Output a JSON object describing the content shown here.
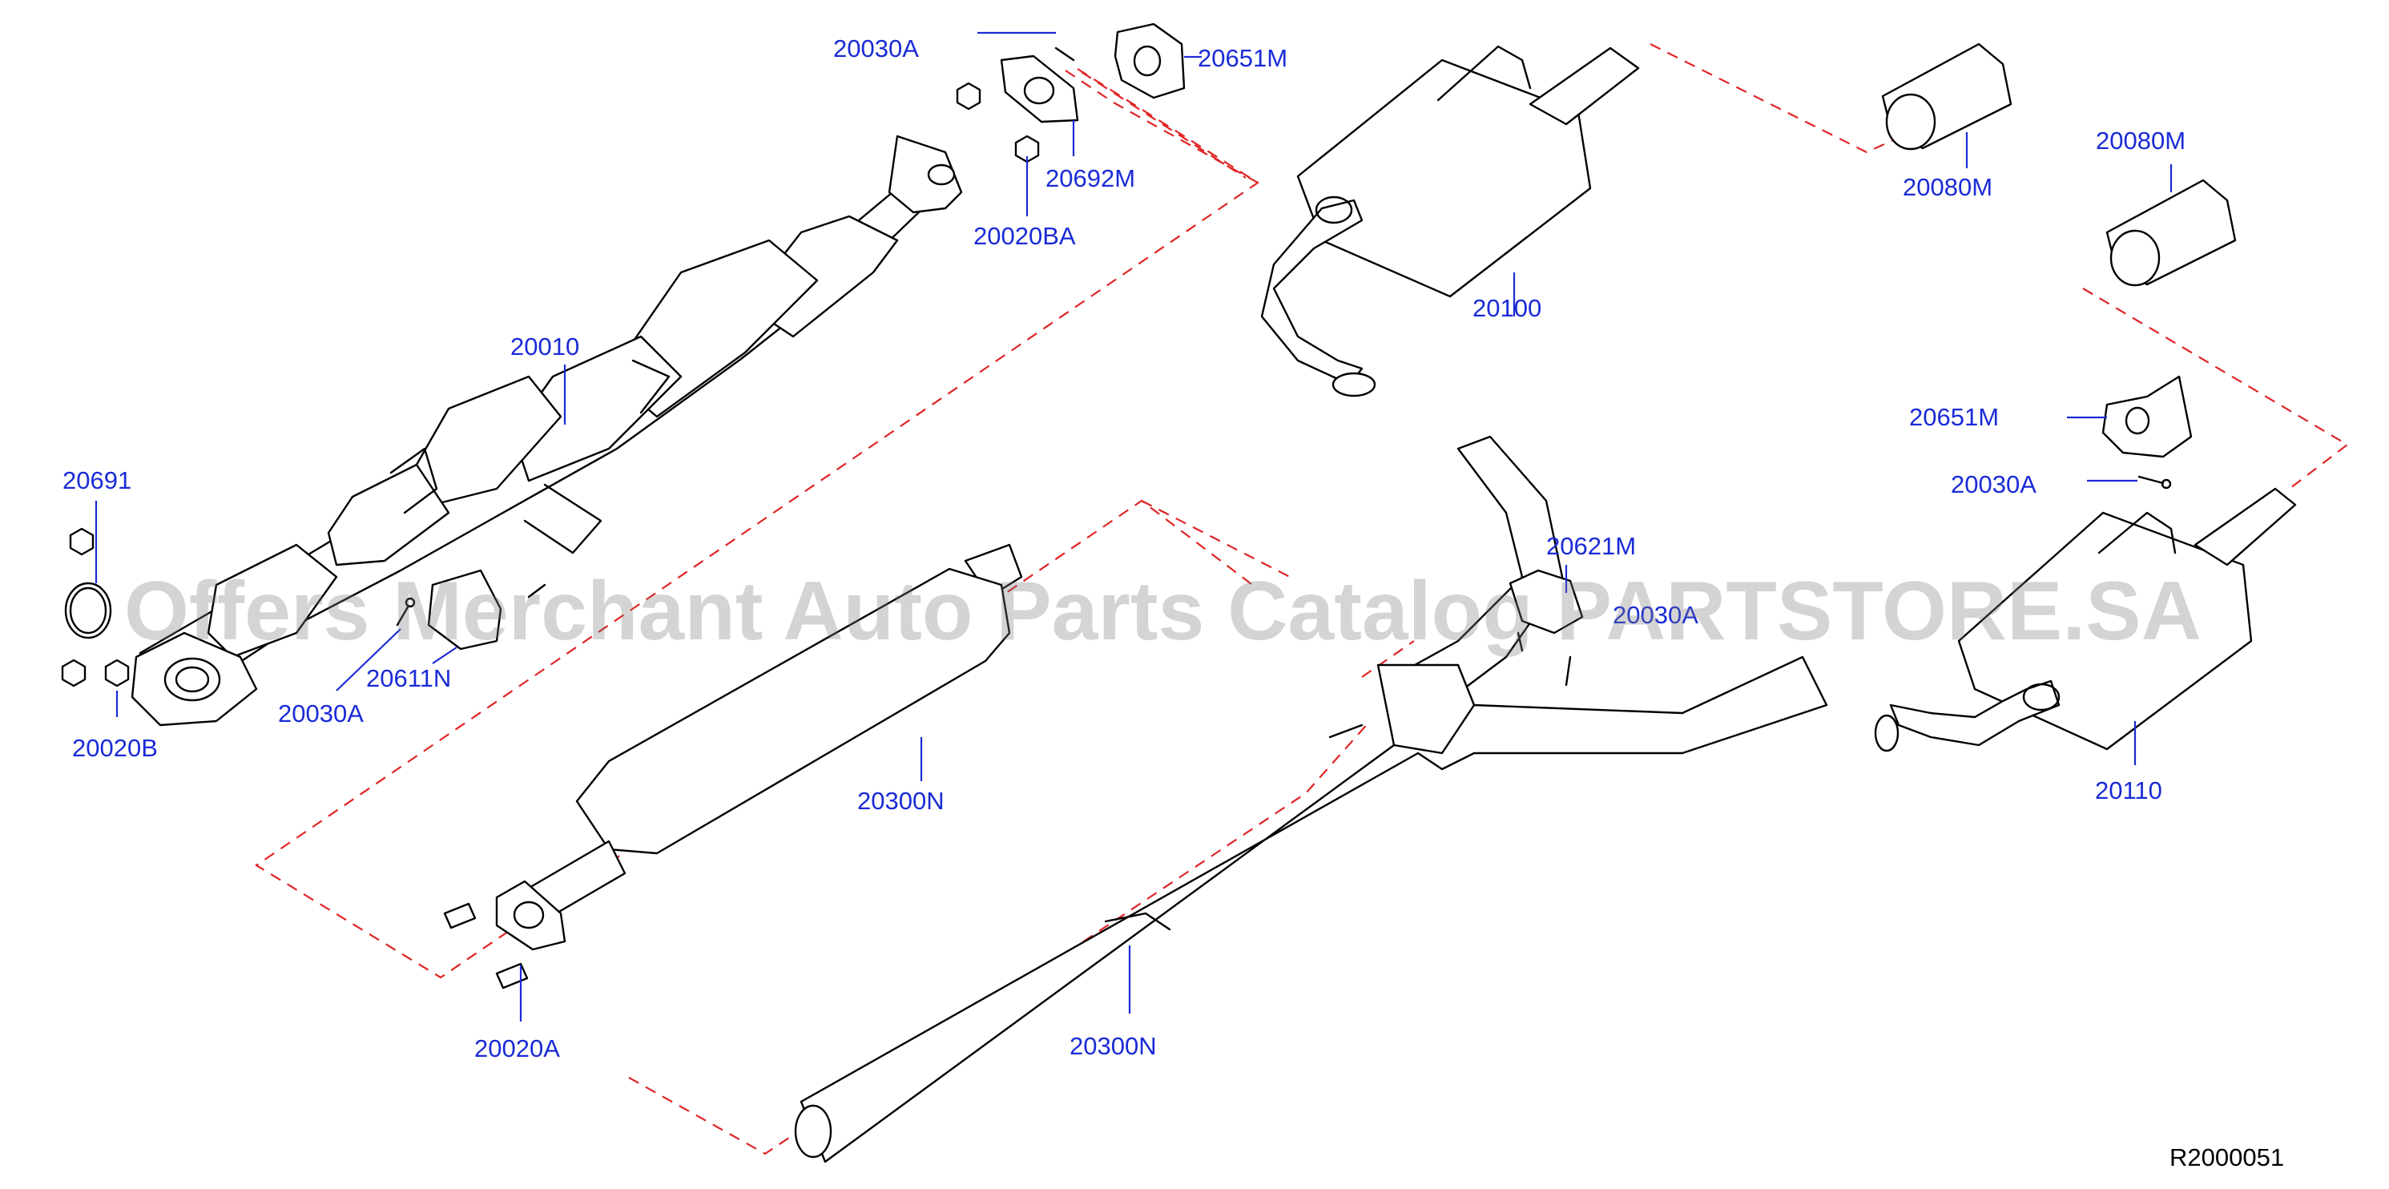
{
  "watermark": "Offers Merchant Auto Parts Catalog PARTSTORE.SA",
  "reference_code": "R2000051",
  "colors": {
    "label": "#1a2bd6",
    "dashed_line": "#e02424",
    "watermark": "#787878"
  },
  "labels": {
    "p20030A_top": "20030A",
    "p20651M_top": "20651M",
    "p20692M": "20692M",
    "p20020BA": "20020BA",
    "p20010": "20010",
    "p20691": "20691",
    "p20020B": "20020B",
    "p20030A_left": "20030A",
    "p20611N": "20611N",
    "p20100": "20100",
    "p20080M_a": "20080M",
    "p20080M_b": "20080M",
    "p20651M_right": "20651M",
    "p20030A_right": "20030A",
    "p20621M": "20621M",
    "p20030A_mid": "20030A",
    "p20300N_a": "20300N",
    "p20300N_b": "20300N",
    "p20020A": "20020A",
    "p20110": "20110"
  }
}
